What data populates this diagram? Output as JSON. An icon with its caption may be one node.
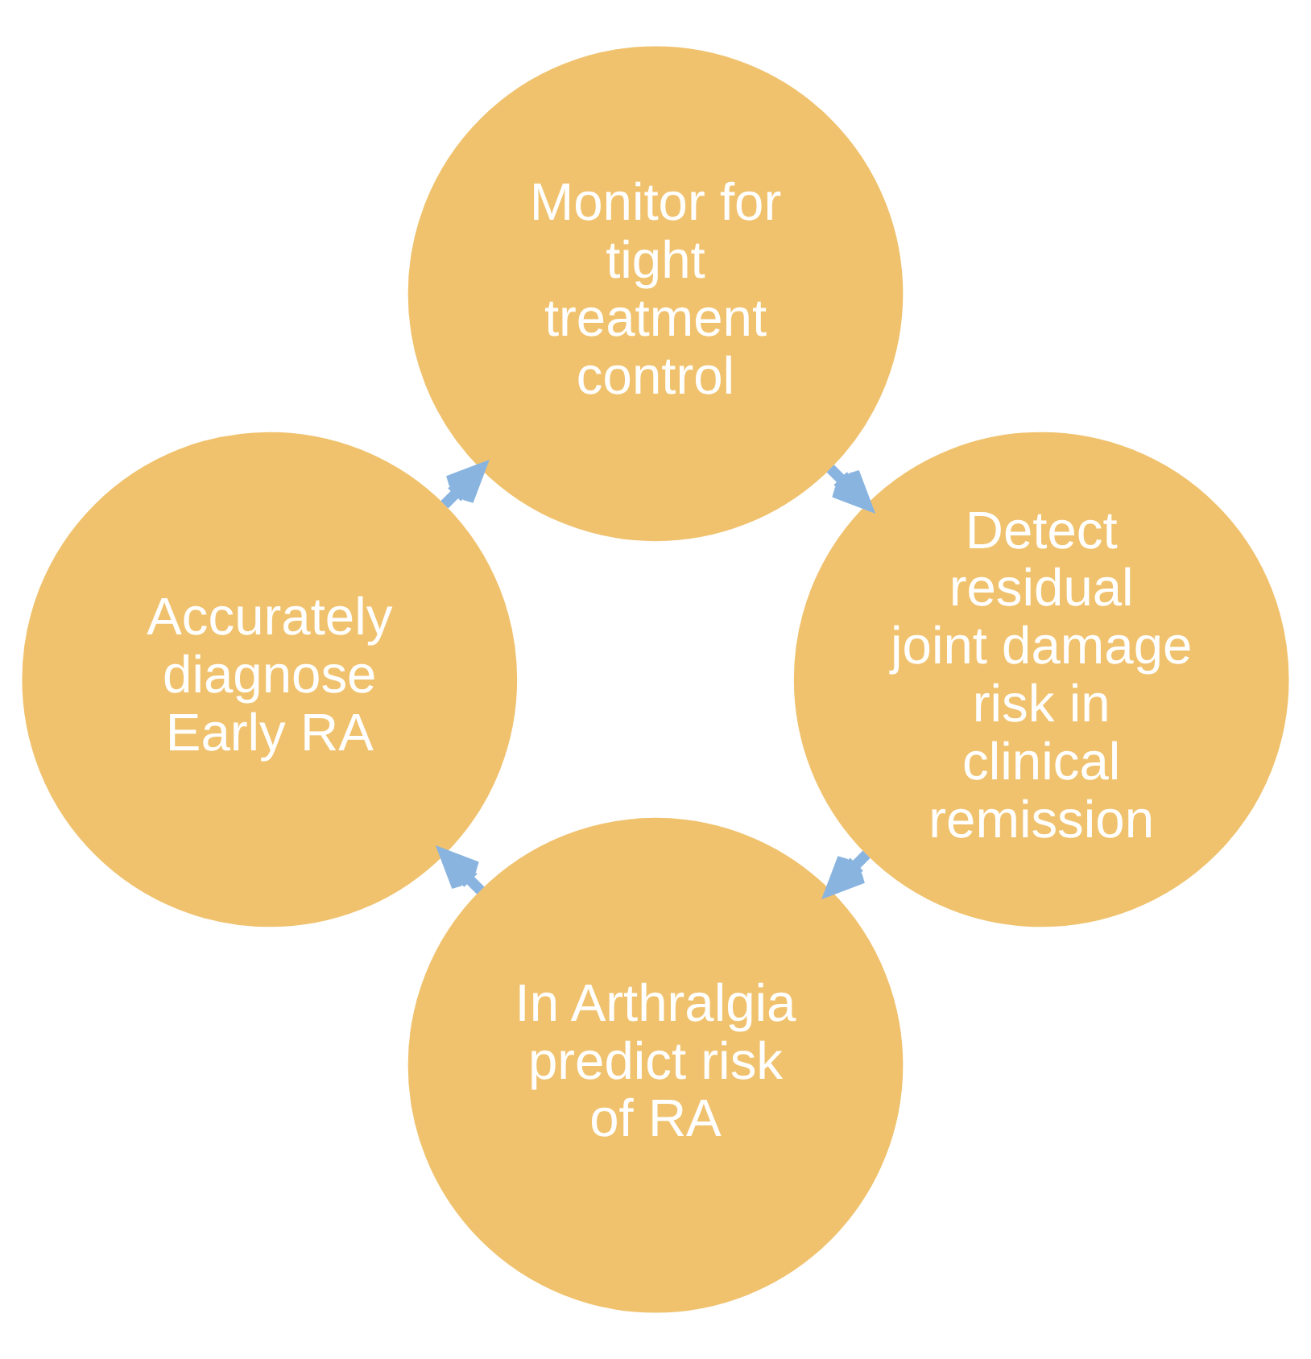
{
  "diagram": {
    "nodes": [
      {
        "text": [
          "In Arthralgia predict risk of RA"
        ]
      },
      {
        "text": [
          "Accurately diagnose Early RA"
        ]
      },
      {
        "text": [
          "Monitor for tight treatment control"
        ]
      },
      {
        "text": [
          "Detect residual joint damage risk in clinical remission"
        ]
      }
    ],
    "edges": [
      {
        "from": 0,
        "to": 1,
        "arrow": "to"
      },
      {
        "from": 1,
        "to": 2,
        "arrow": "to"
      },
      {
        "from": 2,
        "to": 3,
        "arrow": "to"
      },
      {
        "from": 3,
        "to": 0,
        "arrow": "to"
      }
    ]
  }
}
